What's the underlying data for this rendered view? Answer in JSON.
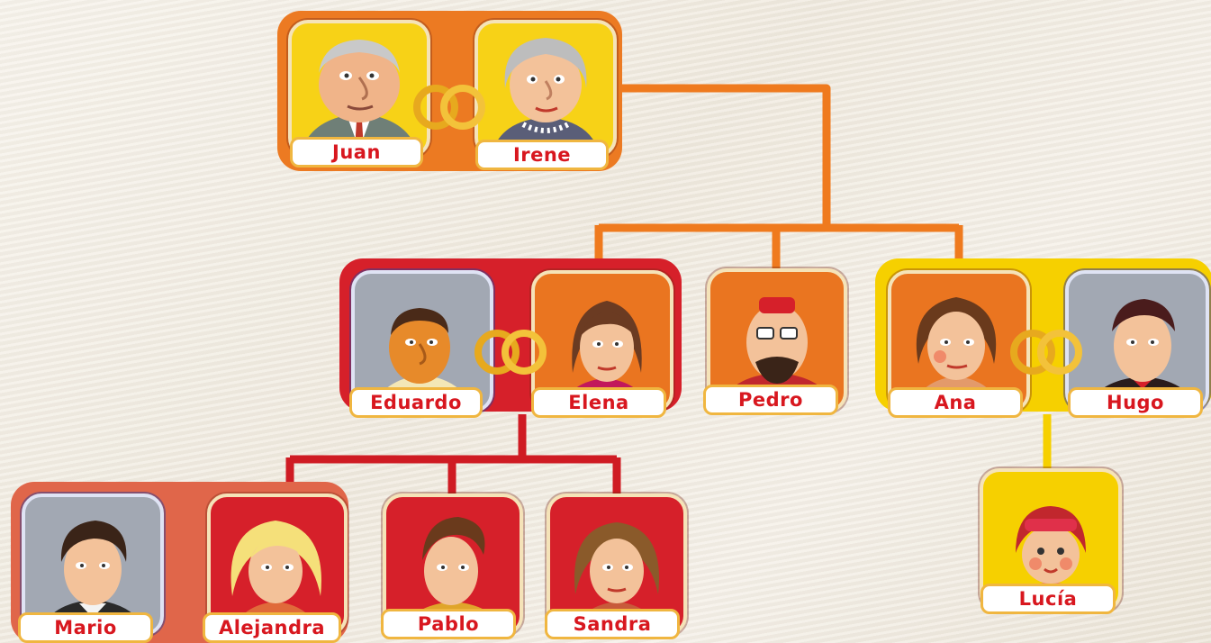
{
  "colors": {
    "grandparents_bg": "#ec7a22",
    "elena_couple_bg": "#d6202a",
    "ana_couple_bg": "#f6d000",
    "mario_couple_bg": "#e0664a",
    "line_orange": "#ef7a1e",
    "line_red": "#cf1b23",
    "line_yellow": "#f6d000",
    "name_text": "#d8171f",
    "name_border": "#f0b640"
  },
  "family": {
    "juan": "Juan",
    "irene": "Irene",
    "eduardo": "Eduardo",
    "elena": "Elena",
    "pedro": "Pedro",
    "ana": "Ana",
    "hugo": "Hugo",
    "lucia": "Lucía",
    "mario": "Mario",
    "alejandra": "Alejandra",
    "pablo": "Pablo",
    "sandra": "Sandra"
  }
}
